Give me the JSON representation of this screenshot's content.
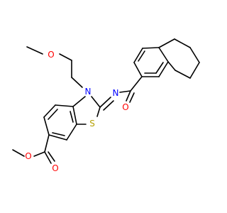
{
  "atom_labels": {
    "ether_oxygen": "O",
    "ring_nitrogen": "N",
    "imine_nitrogen": "N",
    "ring_sulfur": "S",
    "amide_oxygen": "O",
    "ester_carbonyl_oxygen": "O",
    "ester_methoxy_oxygen": "O"
  },
  "colors": {
    "bond": "#000000",
    "oxygen": "#ff0000",
    "nitrogen": "#0000ff",
    "sulfur": "#b5a000"
  }
}
